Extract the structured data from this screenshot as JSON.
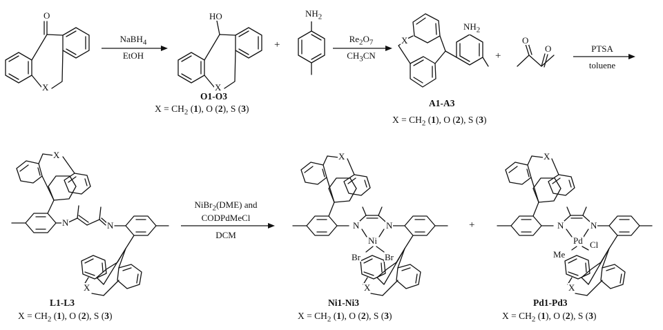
{
  "reagents": {
    "step1_top": "NaBH4",
    "step1_bottom": "EtOH",
    "step2_top": "Re2O7",
    "step2_bottom": "CH3CN",
    "step3_top": "PTSA",
    "step3_bottom": "toluene",
    "step4_top": "NiBr2(DME) and",
    "step4_mid": "CODPdMeCl",
    "step4_bottom": "DCM"
  },
  "compounds": {
    "alcohol": "O1-O3",
    "amine": "A1-A3",
    "ligand": "L1-L3",
    "nickel": "Ni1-Ni3",
    "palladium": "Pd1-Pd3"
  },
  "x_definition": {
    "prefix": "X = CH",
    "sub": "2",
    "n1": "1",
    "mid1": "), O (",
    "n2": "2",
    "mid2": "), S (",
    "n3": "3",
    "end": ")"
  },
  "atoms": {
    "O": "O",
    "HO": "HO",
    "X": "X",
    "N": "N",
    "Ni": "Ni",
    "Pd": "Pd",
    "Br": "Br",
    "Cl": "Cl",
    "Me": "Me",
    "NH2": "NH2",
    "plus": "+"
  }
}
